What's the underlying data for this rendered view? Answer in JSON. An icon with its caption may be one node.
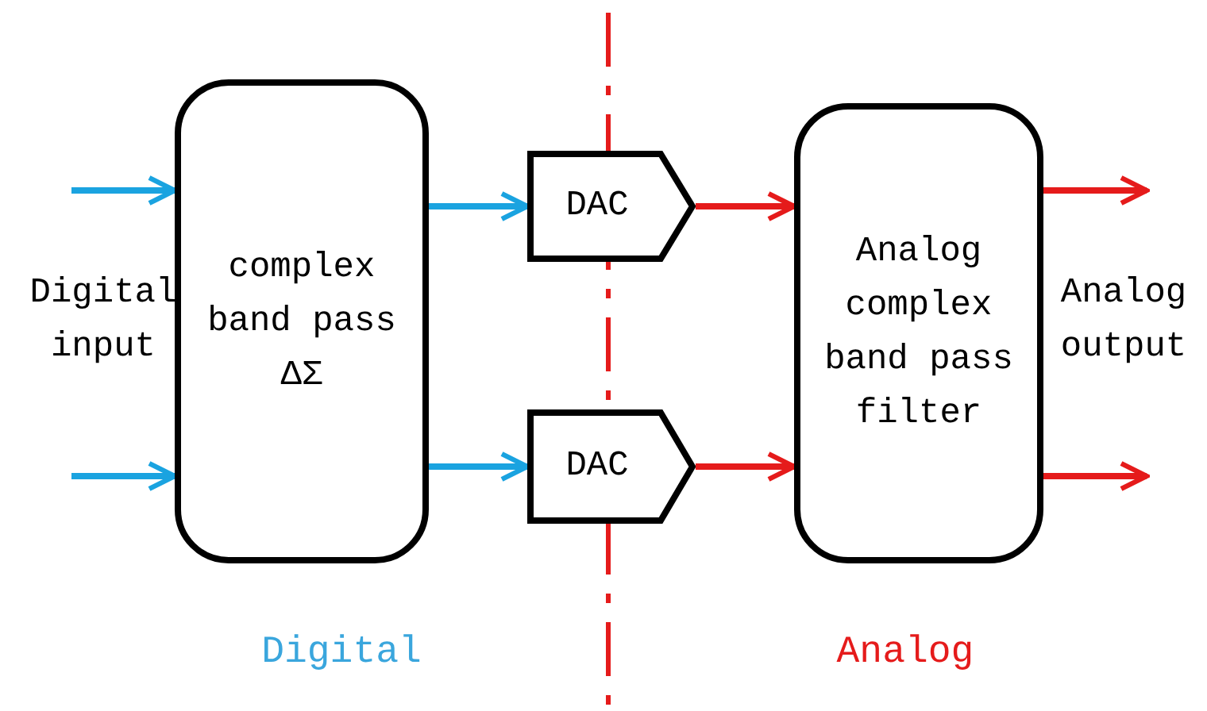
{
  "diagram": {
    "nodes": [
      {
        "text": [
          "complex band pass ΔΣ"
        ]
      },
      {
        "text": [
          "DAC"
        ]
      },
      {
        "text": [
          "DAC"
        ]
      },
      {
        "text": [
          "Analog complex band pass filter"
        ]
      }
    ],
    "edges": [
      {
        "from": null,
        "to": 0,
        "arrow": "to",
        "color": "#1aa3e0"
      },
      {
        "from": null,
        "to": 0,
        "arrow": "to",
        "color": "#1aa3e0"
      },
      {
        "from": 0,
        "to": 1,
        "arrow": "to",
        "color": "#1aa3e0"
      },
      {
        "from": 0,
        "to": 2,
        "arrow": "to",
        "color": "#1aa3e0"
      },
      {
        "from": 1,
        "to": 3,
        "arrow": "to",
        "color": "#e51b1b"
      },
      {
        "from": 2,
        "to": 3,
        "arrow": "to",
        "color": "#e51b1b"
      },
      {
        "from": 3,
        "to": null,
        "arrow": "to",
        "color": "#e51b1b"
      },
      {
        "from": 3,
        "to": null,
        "arrow": "to",
        "color": "#e51b1b"
      }
    ],
    "labels": [
      "Digital input",
      "Analog output",
      "Digital",
      "Analog"
    ]
  }
}
